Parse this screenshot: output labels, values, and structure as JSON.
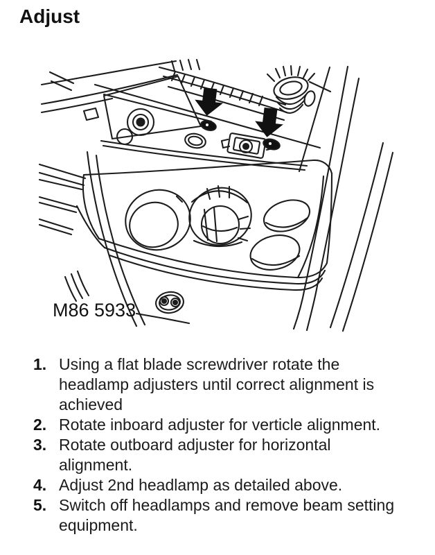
{
  "page": {
    "title": "Adjust"
  },
  "figure": {
    "label": "M86 5933",
    "description": "Line drawing of vehicle front corner showing headlamp assembly with two black arrows indicating the inboard and outboard headlamp adjusters",
    "line_color": "#1c1c1c",
    "arrow_color": "#111111"
  },
  "instructions": {
    "items": [
      {
        "number": "1.",
        "text": "Using a flat blade screwdriver rotate the headlamp adjusters until correct alignment is achieved"
      },
      {
        "number": "2.",
        "text": "Rotate inboard adjuster for verticle alignment."
      },
      {
        "number": "3.",
        "text": "Rotate outboard adjuster for horizontal alignment."
      },
      {
        "number": "4.",
        "text": "Adjust 2nd headlamp as detailed above."
      },
      {
        "number": "5.",
        "text": "Switch off headlamps and remove beam setting equipment."
      }
    ]
  }
}
